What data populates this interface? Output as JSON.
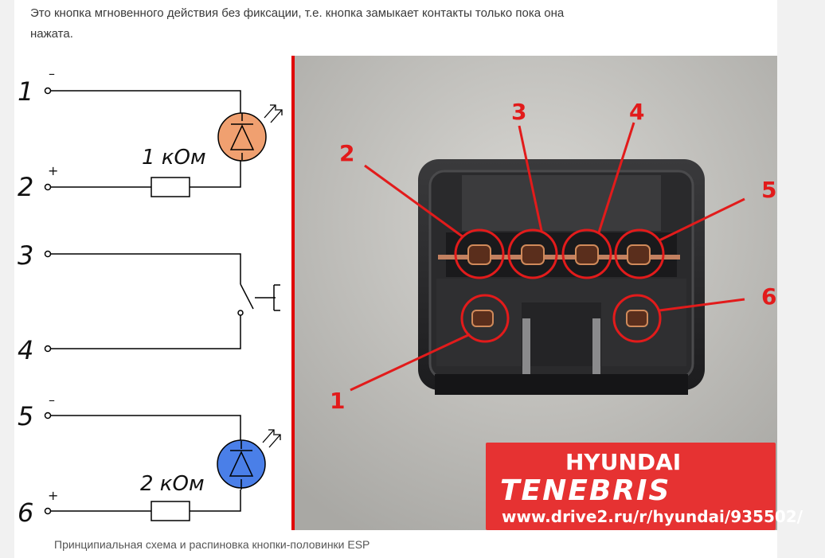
{
  "article": {
    "intro_line1": "Это кнопка мгновенного действия без фиксации, т.е. кнопка замыкает контакты только пока она",
    "intro_line2": "нажата.",
    "caption": "Принципиальная схема и распиновка кнопки-половинки ESP"
  },
  "schematic": {
    "pins": [
      "1",
      "2",
      "3",
      "4",
      "5",
      "6"
    ],
    "minus_sign": "–",
    "plus_sign": "+",
    "resistor_top_label": "1 кОм",
    "resistor_bottom_label": "2 кОм",
    "led_top_color": "#f0a070",
    "led_bottom_color": "#4a7fe8",
    "wire_color": "#000000"
  },
  "photo": {
    "pin_labels": [
      "1",
      "2",
      "3",
      "4",
      "5",
      "6"
    ],
    "callout_color": "#e21b1b",
    "watermark_brand": "HYUNDAI",
    "watermark_model": "TENEBRIS",
    "watermark_url": "www.drive2.ru/r/hyundai/935502/",
    "watermark_bg": "#e63232"
  }
}
